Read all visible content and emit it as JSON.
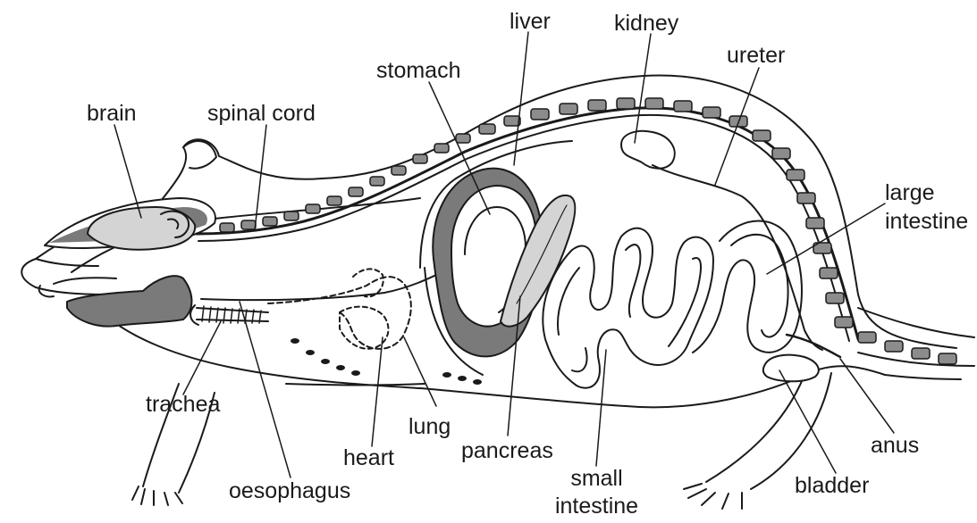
{
  "labels": {
    "liver": "liver",
    "kidney": "kidney",
    "stomach": "stomach",
    "ureter": "ureter",
    "brain": "brain",
    "spinal_cord": "spinal cord",
    "large_intestine_1": "large",
    "large_intestine_2": "intestine",
    "trachea": "trachea",
    "lung": "lung",
    "heart": "heart",
    "pancreas": "pancreas",
    "small_intestine_1": "small",
    "small_intestine_2": "intestine",
    "anus": "anus",
    "bladder": "bladder",
    "oesophagus": "oesophagus"
  },
  "colors": {
    "outline": "#1a1a1a",
    "organ_dark": "#7a7a7a",
    "organ_light": "#d4d4d4",
    "vertebra": "#8c8c8c",
    "background": "#ffffff"
  }
}
